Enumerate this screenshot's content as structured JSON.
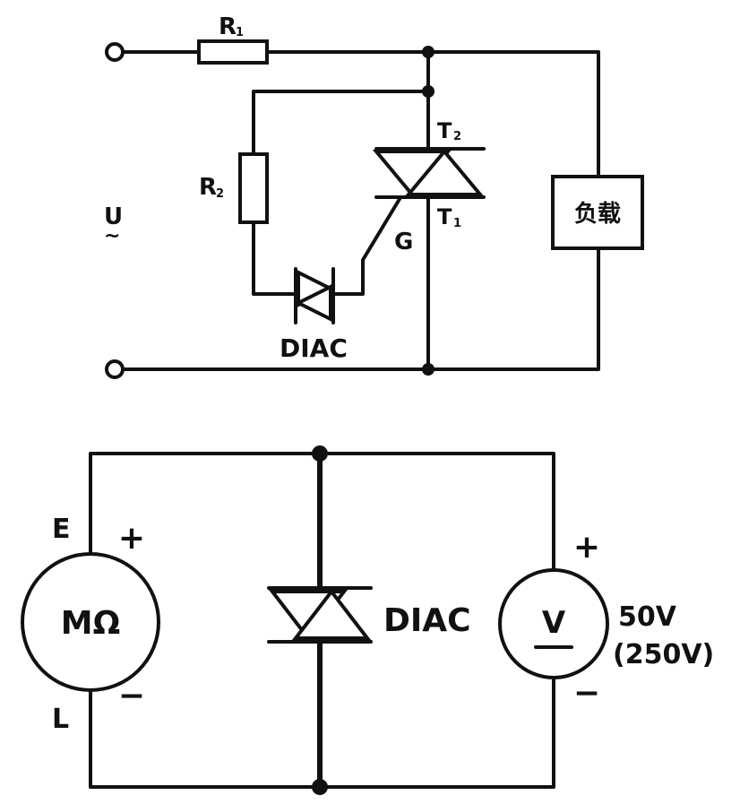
{
  "circuit1": {
    "r1_label": "R",
    "r1_sub": "1",
    "r2_label": "R",
    "r2_sub": "2",
    "t2_label": "T",
    "t2_sub": "2",
    "t1_label": "T",
    "t1_sub": "1",
    "gate_label": "G",
    "diac_label": "DIAC",
    "source_label": "U",
    "source_symbol": "~",
    "load_label": "负载"
  },
  "circuit2": {
    "e_label": "E",
    "l_label": "L",
    "megger_label": "MΩ",
    "megger_plus": "+",
    "megger_minus": "−",
    "diac_label": "DIAC",
    "voltmeter_label": "V",
    "vm_plus": "+",
    "vm_minus": "−",
    "range_1": "50V",
    "range_2": "(250V)"
  }
}
